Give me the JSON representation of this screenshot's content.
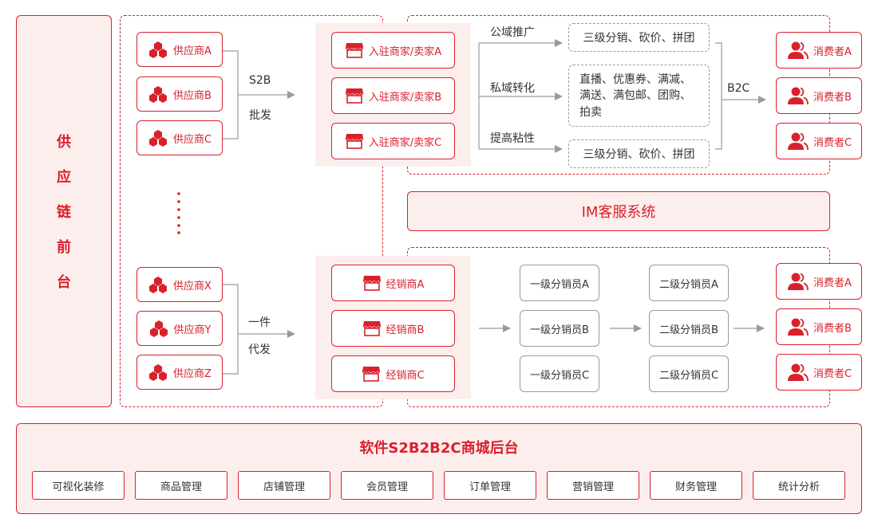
{
  "left_title": [
    "供",
    "应",
    "链",
    "前",
    "台"
  ],
  "suppliers_top": [
    "供应商A",
    "供应商B",
    "供应商C"
  ],
  "suppliers_bottom": [
    "供应商X",
    "供应商Y",
    "供应商Z"
  ],
  "s2b": {
    "label1": "S2B",
    "label2": "批发"
  },
  "yijian": {
    "label1": "一件",
    "label2": "代发"
  },
  "merchants": [
    "入驻商家/卖家A",
    "入驻商家/卖家B",
    "入驻商家/卖家C"
  ],
  "dealers": [
    "经销商A",
    "经销商B",
    "经销商C"
  ],
  "channels": [
    {
      "label": "公域推广",
      "box": "三级分销、砍价、拼团"
    },
    {
      "label": "私域转化",
      "box": "直播、优惠券、满减、\n满送、满包邮、团购、\n拍卖"
    },
    {
      "label": "提高粘性",
      "box": "三级分销、砍价、拼团"
    }
  ],
  "b2c_label": "B2C",
  "consumers_top": [
    "消费者A",
    "消费者B",
    "消费者C"
  ],
  "consumers_bottom": [
    "消费者A",
    "消费者B",
    "消费者C"
  ],
  "im_system": "IM客服系统",
  "distributors_l1": [
    "一级分销员A",
    "一级分销员B",
    "一级分销员C"
  ],
  "distributors_l2": [
    "二级分销员A",
    "二级分销员B",
    "二级分销员C"
  ],
  "backend": {
    "title": "软件S2B2B2C商城后台",
    "modules": [
      "可视化装修",
      "商品管理",
      "店铺管理",
      "会员管理",
      "订单管理",
      "营销管理",
      "财务管理",
      "统计分析"
    ]
  },
  "colors": {
    "accent": "#d9212c",
    "panel": "#fdeeee",
    "connector": "#9a9a9a"
  },
  "icons": {
    "supplier": "cubes-icon",
    "merchant": "shop-icon",
    "consumer": "users-icon"
  }
}
